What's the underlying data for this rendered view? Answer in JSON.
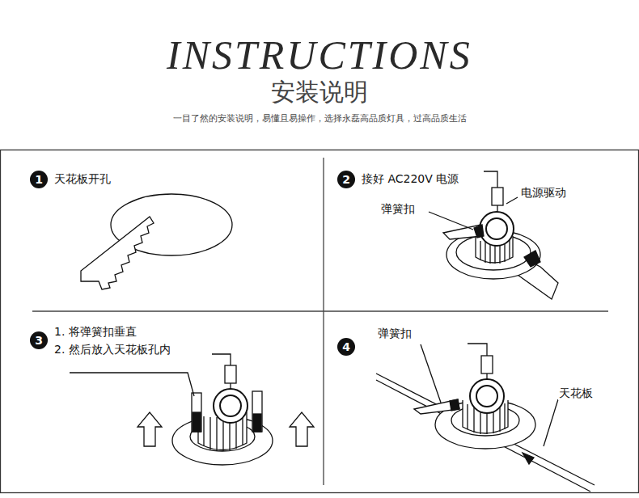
{
  "diagram": {
    "title": "INSTRUCTIONS",
    "labels": [
      "安装说明",
      "一目了然的安装说明，易懂且易操作，选择永磊高品质灯具，过高品质生活",
      "1",
      "天花板开孔",
      "2",
      "接好 AC220V 电源",
      "弹簧扣",
      "电源驱动",
      "3",
      "1. 将弹簧扣垂直",
      "2. 然后放入天花板孔内",
      "4",
      "弹簧扣",
      "天花板"
    ]
  }
}
